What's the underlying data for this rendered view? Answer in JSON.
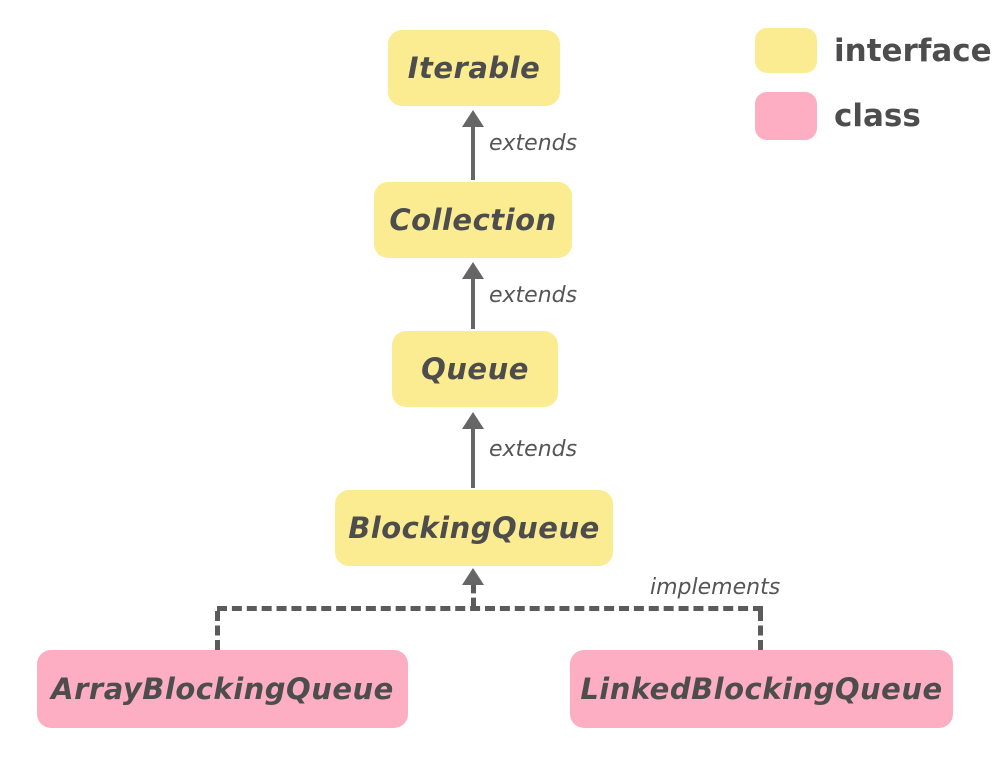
{
  "colors": {
    "interface": "#FBEC92",
    "class": "#FDAEC3",
    "node_text": "#4D4D4D",
    "arrow": "#666666",
    "edge_label": "#555555"
  },
  "legend": {
    "items": [
      {
        "label": "interface",
        "color": "#FBEC92"
      },
      {
        "label": "class",
        "color": "#FDAEC3"
      }
    ]
  },
  "nodes": [
    {
      "id": "iterable",
      "label": "Iterable",
      "type": "interface"
    },
    {
      "id": "collection",
      "label": "Collection",
      "type": "interface"
    },
    {
      "id": "queue",
      "label": "Queue",
      "type": "interface"
    },
    {
      "id": "blockingqueue",
      "label": "BlockingQueue",
      "type": "interface"
    },
    {
      "id": "arrayblockingqueue",
      "label": "ArrayBlockingQueue",
      "type": "class"
    },
    {
      "id": "linkedblockingqueue",
      "label": "LinkedBlockingQueue",
      "type": "class"
    }
  ],
  "edges": {
    "relations": [
      {
        "from": "Collection",
        "to": "Iterable",
        "label": "extends",
        "style": "solid"
      },
      {
        "from": "Queue",
        "to": "Collection",
        "label": "extends",
        "style": "solid"
      },
      {
        "from": "BlockingQueue",
        "to": "Queue",
        "label": "extends",
        "style": "solid"
      },
      {
        "from": "ArrayBlockingQueue",
        "to": "BlockingQueue",
        "label": "implements",
        "style": "dashed"
      },
      {
        "from": "LinkedBlockingQueue",
        "to": "BlockingQueue",
        "label": "implements",
        "style": "dashed"
      }
    ]
  }
}
